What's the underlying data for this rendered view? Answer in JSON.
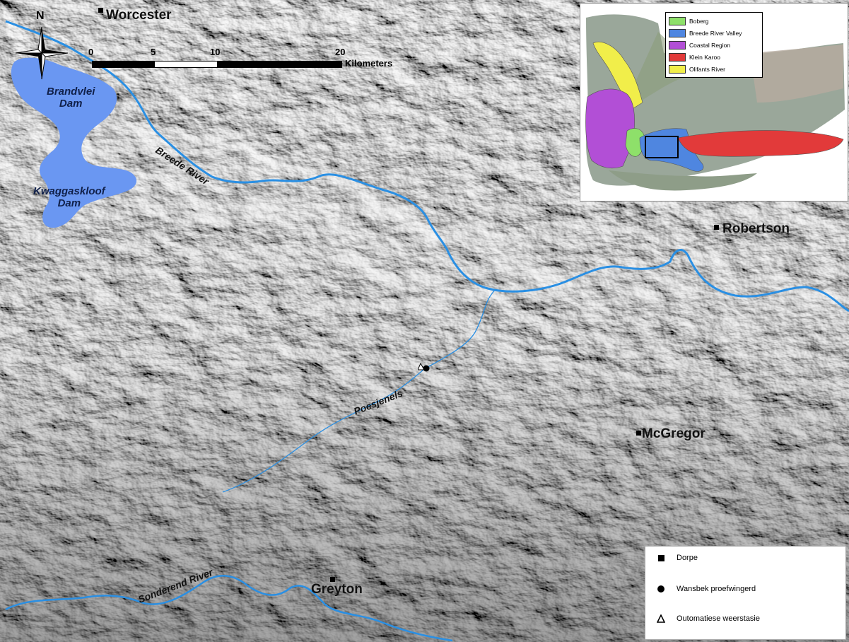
{
  "north_label": "N",
  "scale_bar": {
    "ticks": [
      "0",
      "5",
      "10",
      "20"
    ],
    "unit": "Kilometers"
  },
  "towns": {
    "worcester": "Worcester",
    "robertson": "Robertson",
    "mcgregor": "McGregor",
    "greyton": "Greyton"
  },
  "dams": {
    "brandvlei": [
      "Brandvlei",
      "Dam"
    ],
    "kwaggaskloof": [
      "Kwaggaskloof",
      "Dam"
    ]
  },
  "rivers": {
    "breede": "Breede River",
    "poesjenels": "Poesjenels",
    "sonderend": "Sonderend River"
  },
  "inset_legend": [
    {
      "label": "Boberg",
      "color": "#8ee06a"
    },
    {
      "label": "Breede River Valley",
      "color": "#4f86e0"
    },
    {
      "label": "Coastal Region",
      "color": "#b24fd6"
    },
    {
      "label": "Klein Karoo",
      "color": "#e23a3a"
    },
    {
      "label": "Olifants River",
      "color": "#f1ee4a"
    }
  ],
  "legend": {
    "towns": "Dorpe",
    "vineyard": "Wansbek proefwingerd",
    "weather_station": "Outomatiese weerstasie"
  },
  "colors": {
    "water": "#6a97f2",
    "river": "#2a8fe3"
  }
}
